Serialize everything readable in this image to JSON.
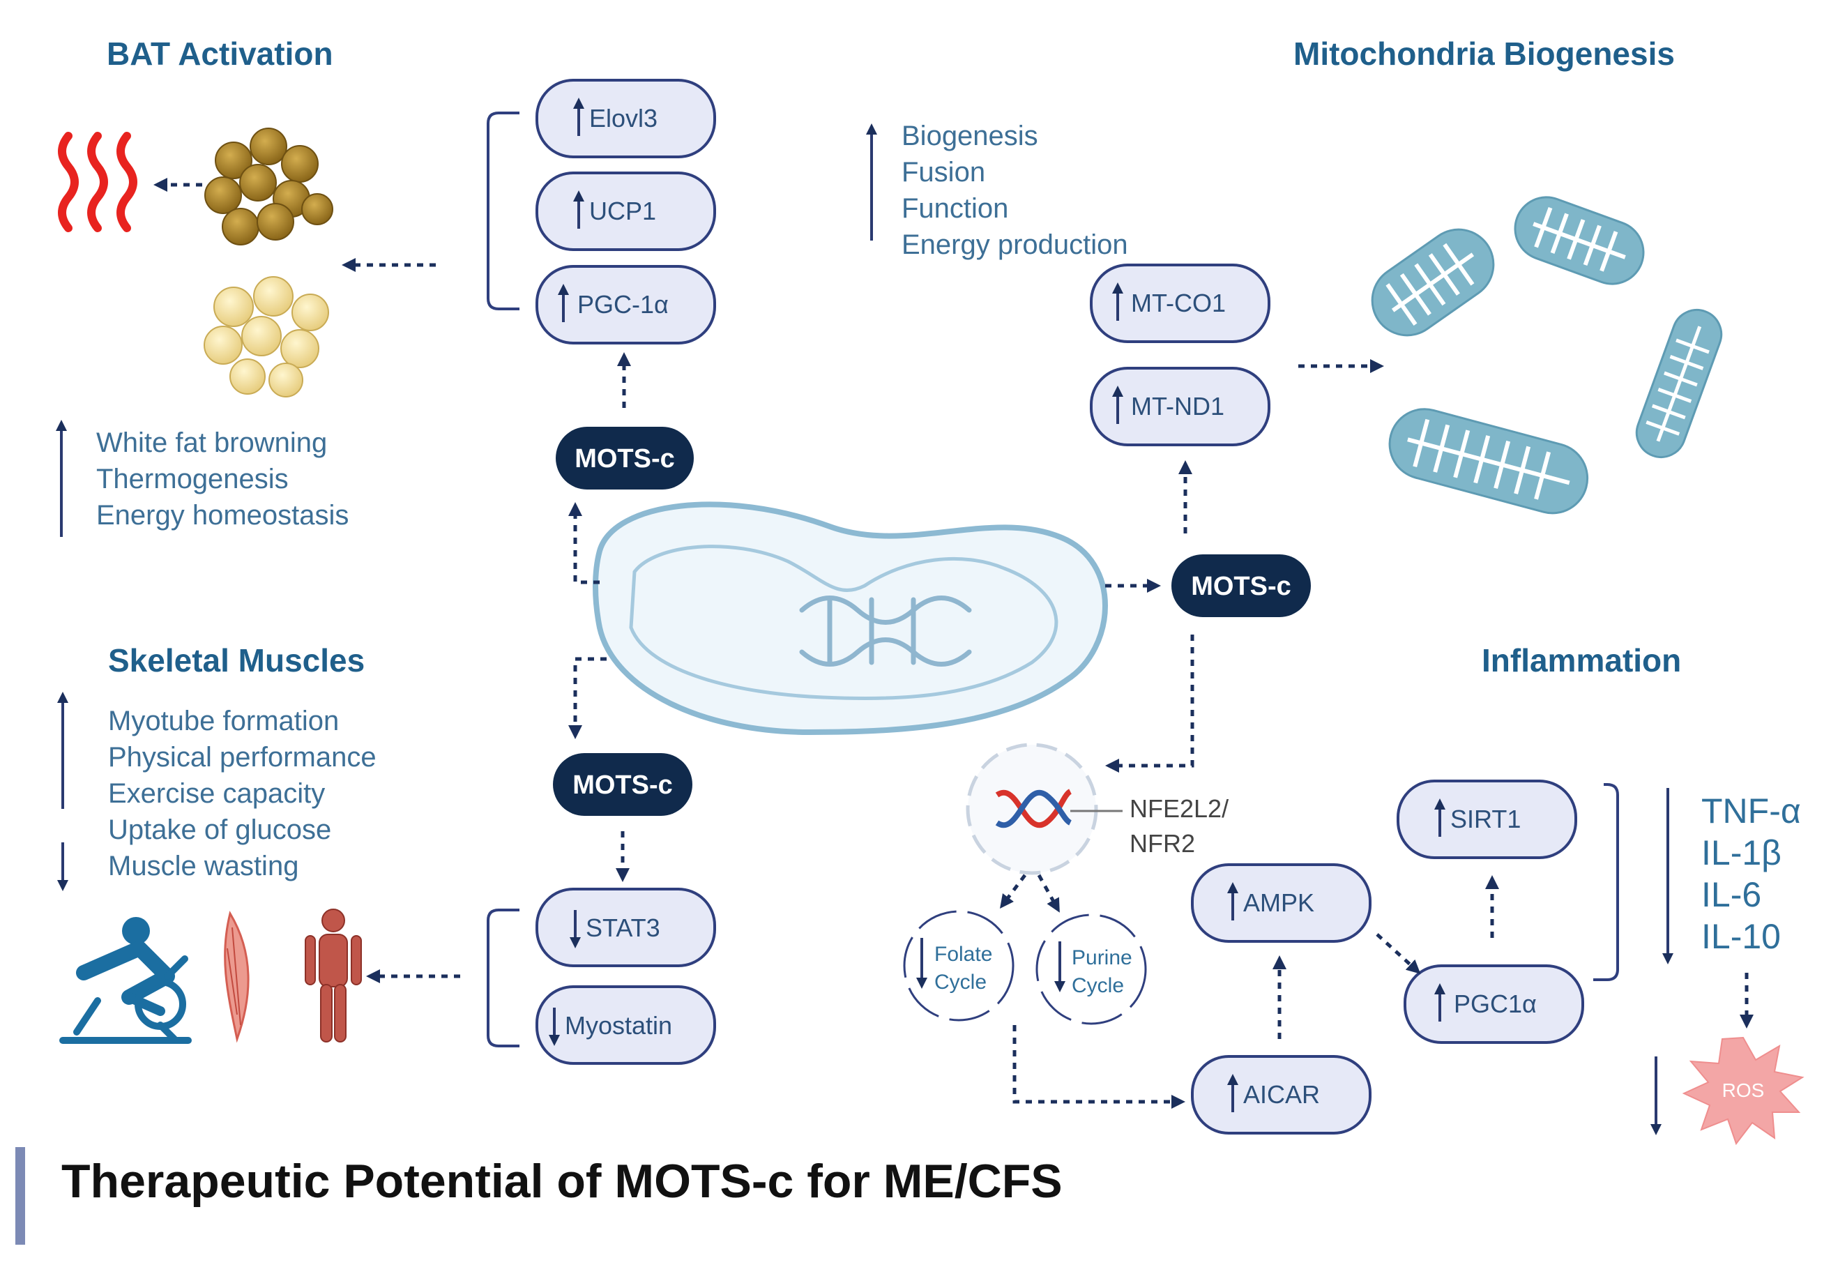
{
  "headings": {
    "bat": "BAT Activation",
    "mito": "Mitochondria Biogenesis",
    "skeletal": "Skeletal Muscles",
    "inflammation": "Inflammation"
  },
  "mots_label": "MOTS-c",
  "bat_markers": [
    "Elovl3",
    "UCP1",
    "PGC-1α"
  ],
  "bat_effects": [
    "White fat browning",
    "Thermogenesis",
    "Energy homeostasis"
  ],
  "mito_effects": [
    "Biogenesis",
    "Fusion",
    "Function",
    "Energy production"
  ],
  "mito_markers": [
    "MT-CO1",
    "MT-ND1"
  ],
  "skeletal_effects_up": [
    "Myotube formation",
    "Physical performance",
    "Exercise capacity",
    "Uptake of glucose"
  ],
  "skeletal_effects_down": [
    "Muscle wasting"
  ],
  "skeletal_markers": [
    "STAT3",
    "Myostatin"
  ],
  "nfe_label": [
    "NFE2L2/",
    "NFR2"
  ],
  "cycles": {
    "folate": [
      "Folate",
      "Cycle"
    ],
    "purine": [
      "Purine",
      "Cycle"
    ]
  },
  "inflammation_markers": {
    "sirt1": "SIRT1",
    "ampk": "AMPK",
    "pgc1a": "PGC1α",
    "aicar": "AICAR"
  },
  "cytokines": [
    "TNF-α",
    "IL-1β",
    "IL-6",
    "IL-10"
  ],
  "ros_label": "ROS",
  "footer_title": "Therapeutic Potential of MOTS-c for ME/CFS",
  "colors": {
    "heading": "#1f5f8b",
    "text": "#3d6f96",
    "mots_badge": "#102a4c",
    "pill_fill": "#e6e9f7",
    "pill_stroke": "#2f3f7e",
    "heat": "#e8231f",
    "mito_teal": "#7fb6c9",
    "ros": "#f3a6a6"
  }
}
